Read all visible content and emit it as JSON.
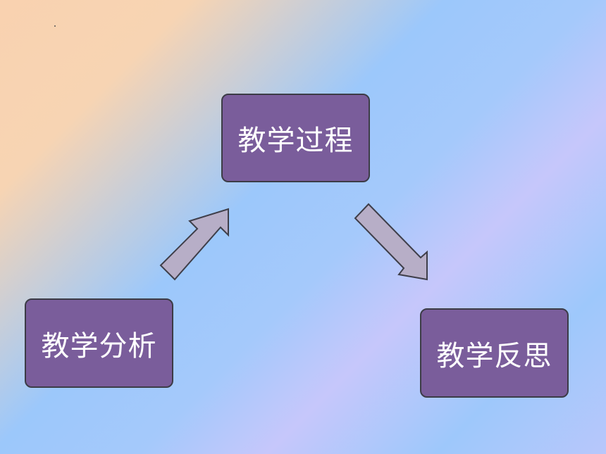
{
  "diagram": {
    "nodes": [
      {
        "id": "process",
        "label": "教学过程"
      },
      {
        "id": "analysis",
        "label": "教学分析"
      },
      {
        "id": "reflection",
        "label": "教学反思"
      }
    ],
    "edges": [
      {
        "from": "analysis",
        "to": "process"
      },
      {
        "from": "process",
        "to": "reflection"
      }
    ],
    "colors": {
      "node_fill": "#7a5d9b",
      "node_border": "#3c3c46",
      "node_text": "#ffffff",
      "arrow_fill": "#b7aec7",
      "arrow_stroke": "#3f3f4a"
    }
  }
}
